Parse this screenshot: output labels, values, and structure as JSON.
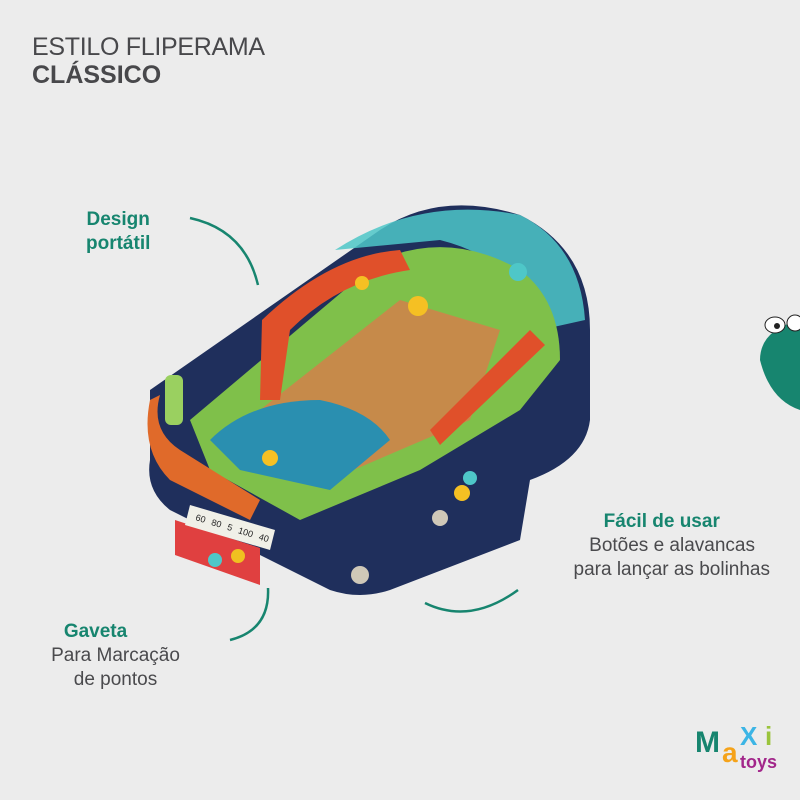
{
  "title": {
    "line1": "ESTILO FLIPERAMA",
    "line2": "CLÁSSICO"
  },
  "callouts": {
    "design": {
      "line1": "Design",
      "line2": "portátil"
    },
    "facil": {
      "heading": "Fácil de usar",
      "line1": "Botões e alavancas",
      "line2": "para lançar as bolinhas"
    },
    "gaveta": {
      "heading": "Gaveta",
      "line1": "Para Marcação",
      "line2": "de pontos"
    }
  },
  "product": {
    "score_labels": [
      "60",
      "80",
      "5",
      "100",
      "40"
    ]
  },
  "brand": {
    "logo_text": "Maxi toys"
  },
  "colors": {
    "accent": "#17856f",
    "background": "#ececec",
    "text": "#48484b"
  }
}
